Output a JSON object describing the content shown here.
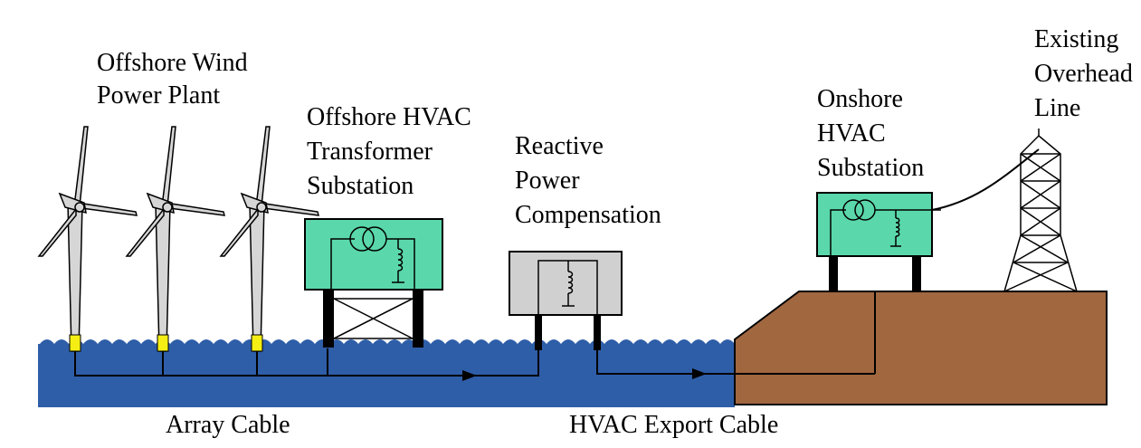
{
  "labels": {
    "wind_plant": [
      "Offshore Wind",
      "Power Plant"
    ],
    "transformer_substation": [
      "Offshore HVAC",
      "Transformer",
      "Substation"
    ],
    "reactive_compensation": [
      "Reactive",
      "Power",
      "Compensation"
    ],
    "onshore_substation": [
      "Onshore",
      "HVAC",
      "Substation"
    ],
    "overhead_line": [
      "Existing",
      "Overhead",
      "Line"
    ],
    "array_cable": "Array Cable",
    "export_cable": "HVAC Export Cable"
  },
  "colors": {
    "sea": "#2f5ea8",
    "land": "#a1673f",
    "substation": "#5ad8ab",
    "compensation": "#d0d0d0",
    "turbine_base": "#f4ee14",
    "turbine": "#d6d6d6"
  }
}
